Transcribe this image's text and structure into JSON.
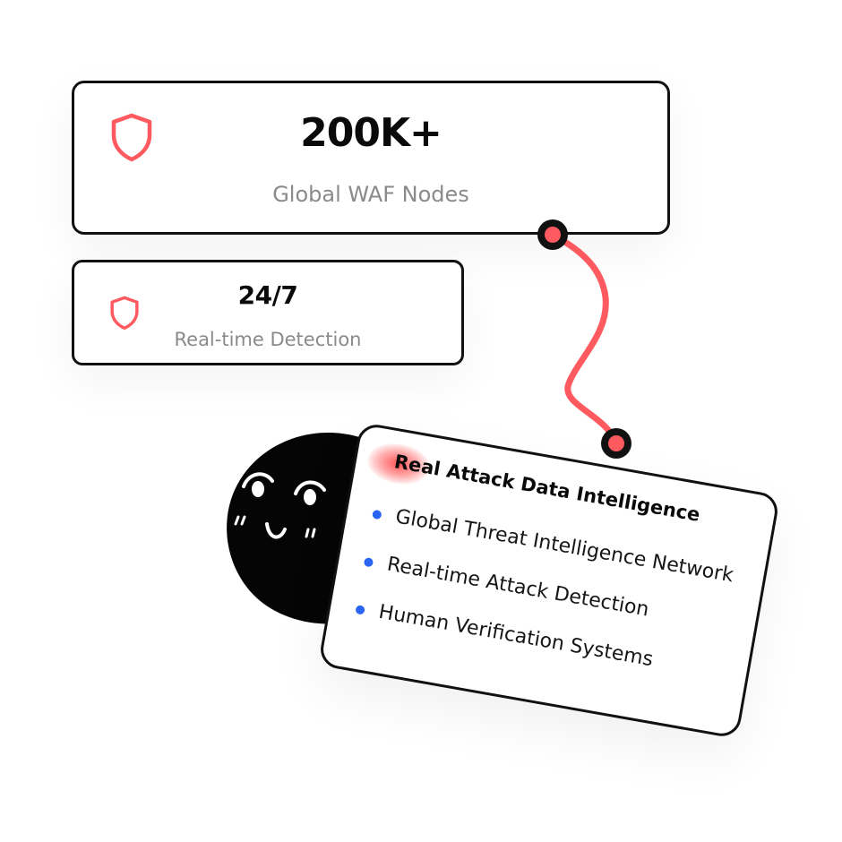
{
  "stats": [
    {
      "value": "200K+",
      "label": "Global WAF Nodes"
    },
    {
      "value": "24/7",
      "label": "Real-time Detection"
    }
  ],
  "feature_card": {
    "title": "Real Attack Data Intelligence",
    "items": [
      "Global Threat Intelligence Network",
      "Real-time Attack Detection",
      "Human Verification Systems"
    ]
  },
  "icons": {
    "stat_icon": "shield-icon",
    "list_bullet": "dot-icon"
  },
  "colors": {
    "accent": "#ff5a5f",
    "bullet": "#2a64f2",
    "border": "#111111",
    "label": "#8a8a8a"
  }
}
